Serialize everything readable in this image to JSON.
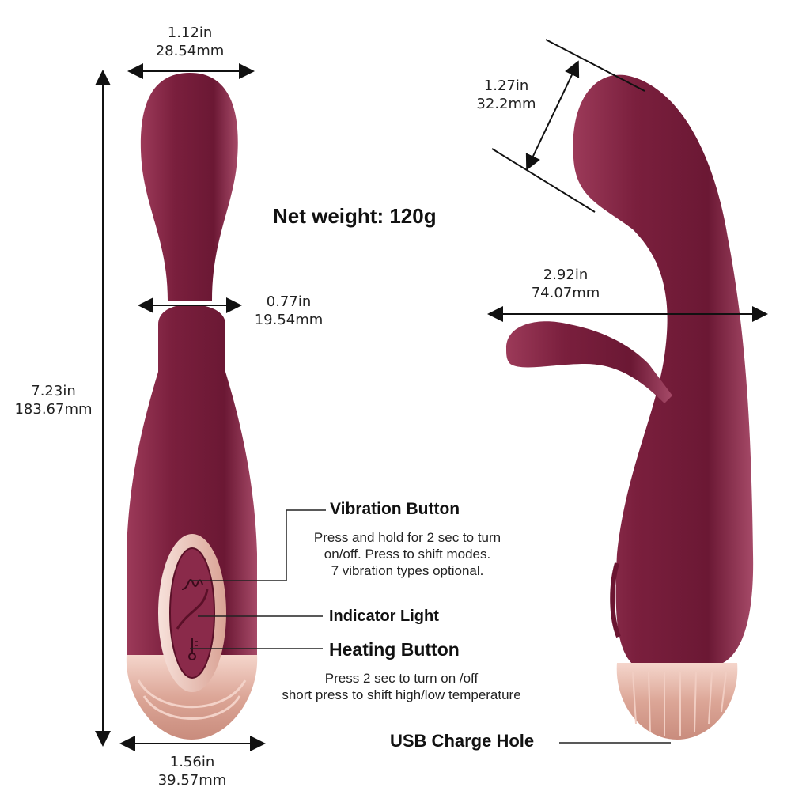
{
  "title": "Net weight: 120g",
  "dimensions": {
    "top_width": {
      "in": "1.12in",
      "mm": "28.54mm"
    },
    "neck_width": {
      "in": "0.77in",
      "mm": "19.54mm"
    },
    "total_length": {
      "in": "7.23in",
      "mm": "183.67mm"
    },
    "base_width": {
      "in": "1.56in",
      "mm": "39.57mm"
    },
    "head_width": {
      "in": "1.27in",
      "mm": "32.2mm"
    },
    "span_width": {
      "in": "2.92in",
      "mm": "74.07mm"
    }
  },
  "callouts": {
    "vibration": {
      "label": "Vibration Button",
      "lines": [
        "Press and hold for 2 sec to turn",
        "on/off. Press to shift modes.",
        "7 vibration types optional."
      ]
    },
    "indicator": {
      "label": "Indicator Light"
    },
    "heating": {
      "label": "Heating Button",
      "lines": [
        "Press 2 sec to turn on /off",
        "short press to shift high/low temperature"
      ]
    },
    "usb": {
      "label": "USB Charge Hole"
    }
  },
  "colors": {
    "body": "#7a1f3d",
    "highlight": "#b0506e",
    "base": "#e6b3a6",
    "text": "#111111"
  }
}
